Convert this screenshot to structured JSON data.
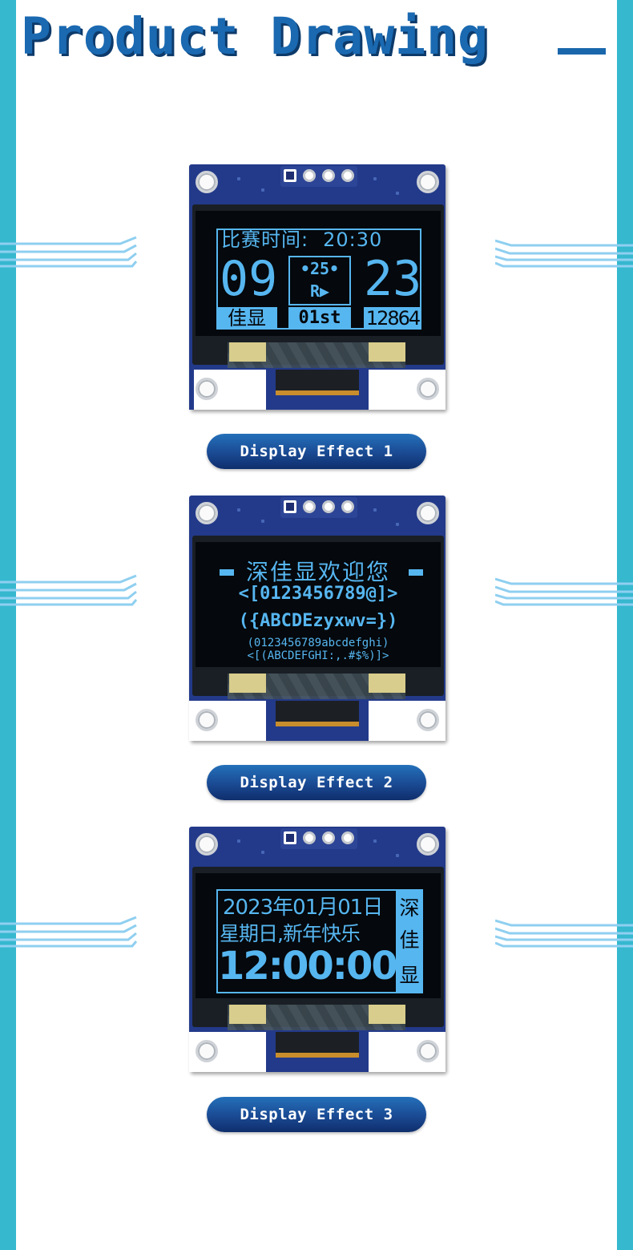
{
  "header": {
    "title": "Product Drawing"
  },
  "colors": {
    "sidebar": "#36b8cf",
    "title": "#1a69b1",
    "oled": "#56b6f0",
    "pcb": "#233a8a"
  },
  "effect1": {
    "heading_label": "比赛时间:",
    "heading_time": "20:30",
    "score_left": "09",
    "score_right": "23",
    "round_top": "•25•",
    "round_bottom": "R▶",
    "bottom_left": "佳显",
    "bottom_middle": "01st",
    "bottom_right": "12864",
    "caption": "Display Effect 1"
  },
  "effect2": {
    "title": "深佳显欢迎您",
    "line1": "<[0123456789@]>",
    "line2": "({ABCDEzyxwv=})",
    "line3": "(0123456789abcdefghi)",
    "line4": "<[(ABCDEFGHI:,.#$%)]>",
    "caption": "Display Effect 2"
  },
  "effect3": {
    "date": "2023年01月01日",
    "weekday": "星期日,新年快乐",
    "time": "12:00:00",
    "side_chars": [
      "深",
      "佳",
      "显"
    ],
    "caption": "Display Effect 3"
  }
}
